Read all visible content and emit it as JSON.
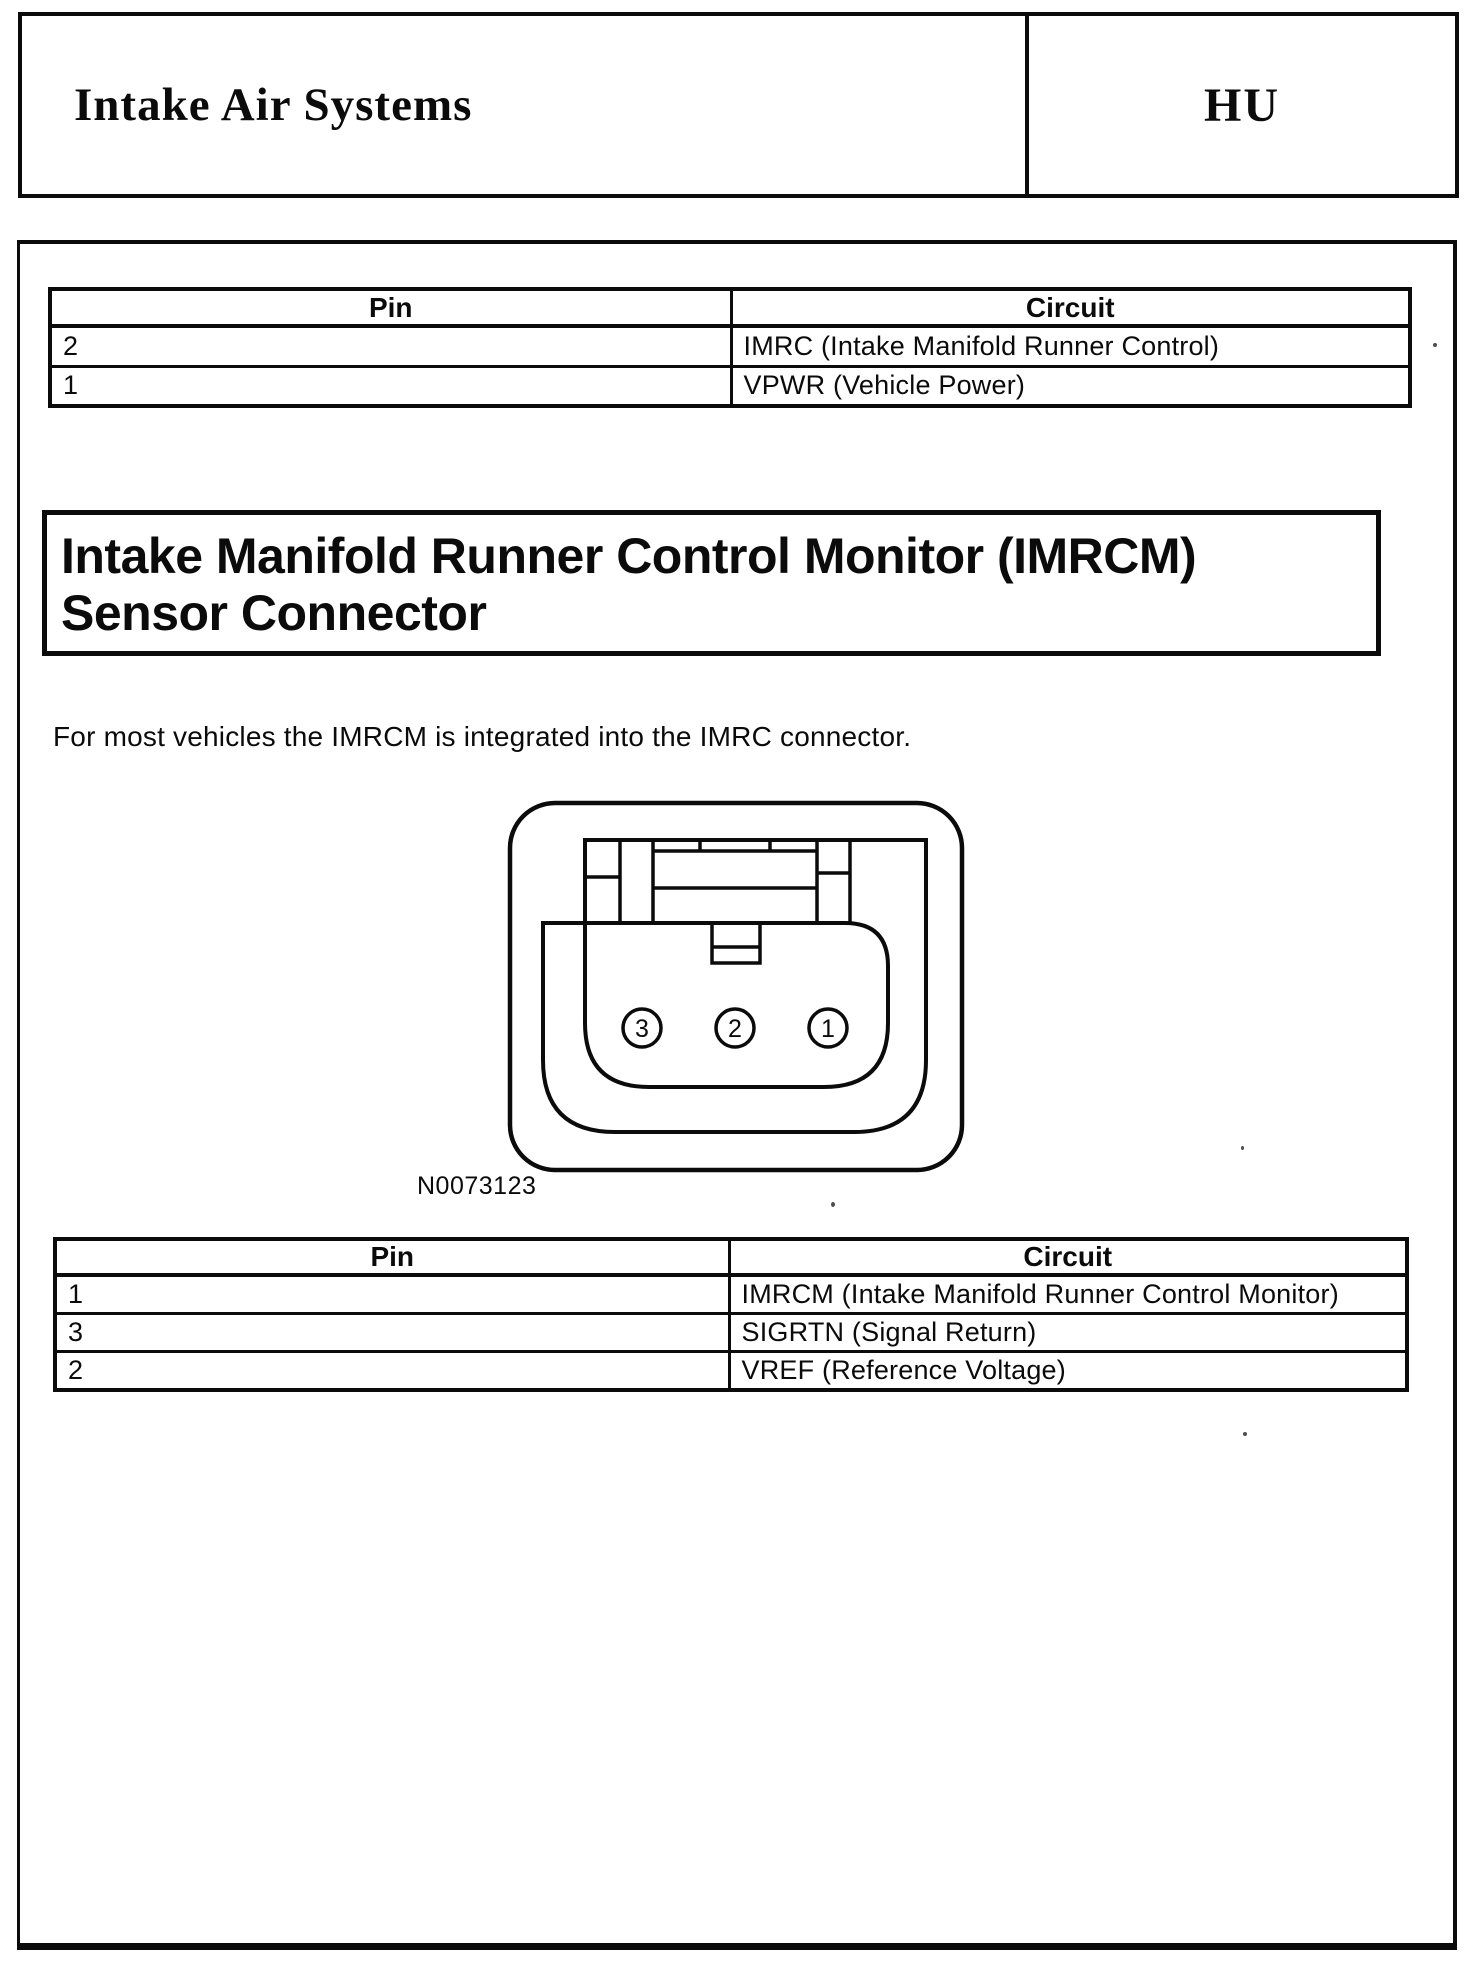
{
  "page_header": {
    "title": "Intake Air Systems",
    "section_code": "HU"
  },
  "section_heading": {
    "line1": "Intake Manifold Runner Control Monitor (IMRCM)",
    "line2": "Sensor Connector"
  },
  "body_text": "For most vehicles the IMRCM is integrated into the IMRC connector.",
  "tables": [
    {
      "headers": {
        "pin": "Pin",
        "circuit": "Circuit"
      },
      "rows": [
        {
          "pin": "2",
          "circuit": "IMRC (Intake Manifold Runner Control)"
        },
        {
          "pin": "1",
          "circuit": "VPWR (Vehicle Power)"
        }
      ]
    },
    {
      "headers": {
        "pin": "Pin",
        "circuit": "Circuit"
      },
      "rows": [
        {
          "pin": "1",
          "circuit": "IMRCM (Intake Manifold Runner Control Monitor)"
        },
        {
          "pin": "3",
          "circuit": "SIGRTN (Signal Return)"
        },
        {
          "pin": "2",
          "circuit": "VREF (Reference Voltage)"
        }
      ]
    }
  ],
  "connector_diagram": {
    "pins": [
      "3",
      "2",
      "1"
    ],
    "image_label": "N0073123"
  },
  "colors": {
    "ink": "#0b0b0b",
    "paper": "#ffffff"
  }
}
